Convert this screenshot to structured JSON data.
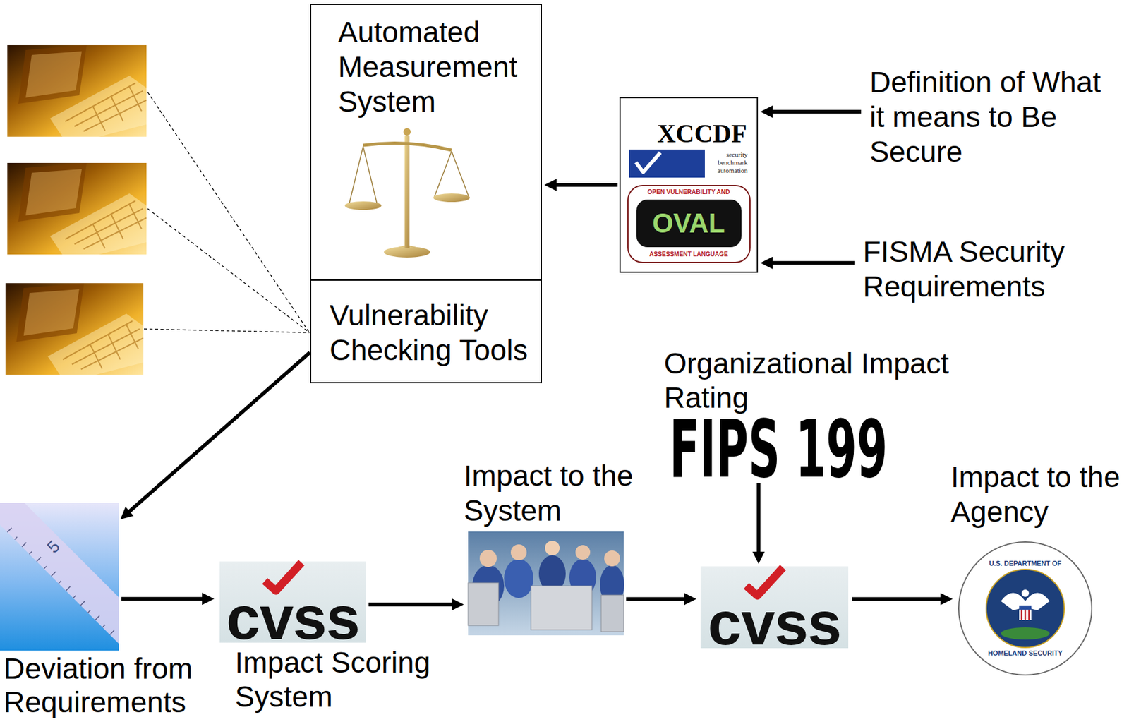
{
  "diagram": {
    "nodes": [
      {
        "text": [
          "Automated Measurement System"
        ]
      },
      {
        "text": [
          "Vulnerability Checking Tools"
        ],
        "in": 0
      },
      {
        "text": [
          "XCCDF",
          "security benchmark automation",
          "OPEN VULNERABILITY AND",
          "ASSESSMENT LANGUAGE",
          "OVAL"
        ]
      },
      {
        "text": [
          "Definition of What it means to Be Secure"
        ]
      },
      {
        "text": [
          "FISMA Security Requirements"
        ]
      },
      {
        "text": [
          "Deviation from Requirements"
        ]
      },
      {
        "text": [
          "cvss",
          "Impact Scoring System"
        ]
      },
      {
        "text": [
          "Impact to the System"
        ]
      },
      {
        "text": [
          "Organizational Impact Rating",
          "FIPS 199"
        ]
      },
      {
        "text": [
          "cvss"
        ]
      },
      {
        "text": [
          "Impact to the Agency",
          "U.S. DEPARTMENT OF",
          "HOMELAND SECURITY"
        ]
      }
    ],
    "edges": [
      {
        "from": 2,
        "to": 0,
        "arrow": "to"
      },
      {
        "from": 3,
        "to": 2,
        "arrow": "to"
      },
      {
        "from": 4,
        "to": 2,
        "arrow": "to"
      },
      {
        "from": 1,
        "to": 5,
        "arrow": "to"
      },
      {
        "from": 5,
        "to": 6,
        "arrow": "to"
      },
      {
        "from": 6,
        "to": 7,
        "arrow": "to"
      },
      {
        "from": 7,
        "to": 9,
        "arrow": "to"
      },
      {
        "from": 8,
        "to": 9,
        "arrow": "to"
      },
      {
        "from": 9,
        "to": 10,
        "arrow": "to"
      }
    ],
    "labels": [
      "5"
    ]
  }
}
